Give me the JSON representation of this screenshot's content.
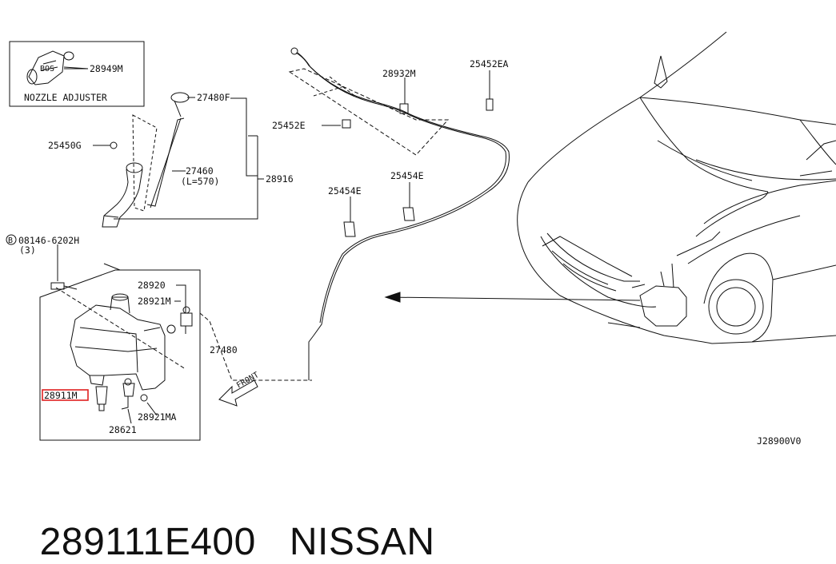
{
  "diagram_code": "J28900V0",
  "labels": {
    "nozzle_adjuster_title": "NOZZLE ADJUSTER",
    "p28949M": "28949M",
    "p27480F": "27480F",
    "p25450G": "25450G",
    "p27460": "27460",
    "p27460_len": "(L=570)",
    "p28916": "28916",
    "bolt": "08146-6202H",
    "bolt_qty": "(3)",
    "bolt_symbol": "B",
    "p28932M": "28932M",
    "p25452EA": "25452EA",
    "p25452E": "25452E",
    "p25454E_right": "25454E",
    "p25454E_left": "25454E",
    "p28920": "28920",
    "p28921M": "28921M",
    "p27480": "27480",
    "p28911M": "28911M",
    "p28921MA": "28921MA",
    "p28621": "28621",
    "front": "FRONT",
    "logo_text": "BOS"
  },
  "highlight_color": "#e02020",
  "footer": {
    "part_number": "289111E400",
    "brand": "NISSAN"
  }
}
